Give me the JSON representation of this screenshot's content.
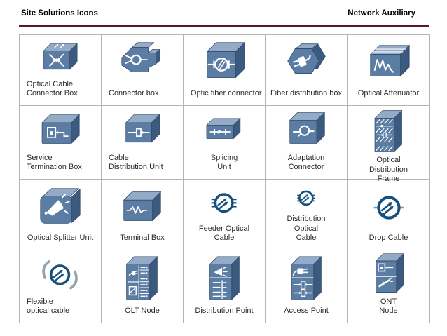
{
  "header": {
    "left_title": "Site Solutions Icons",
    "right_title": "Network Auxiliary"
  },
  "colors": {
    "rule": "#5a1733",
    "grid_border": "#b5b5b5",
    "label_text": "#2b2b2b",
    "box_front": "#5b7ca3",
    "box_top": "#93abc6",
    "box_side": "#3c5a7e",
    "box_edge": "#2f4a68",
    "glyph": "#ffffff",
    "cable": "#16507d",
    "cable_light": "#7e9bb7",
    "swoosh": "#90a4b0"
  },
  "grid": {
    "rows": 4,
    "cols": 5,
    "cells": [
      {
        "label_lines": [
          "Optical Cable",
          "Connector Box"
        ],
        "icon": "optical-cable-connector-box-icon",
        "align": "left"
      },
      {
        "label_lines": [
          "Connector box"
        ],
        "icon": "connector-box-icon",
        "align": "left"
      },
      {
        "label_lines": [
          "Optic fiber connector"
        ],
        "icon": "optic-fiber-connector-icon",
        "align": "left"
      },
      {
        "label_lines": [
          "Fiber distribution box"
        ],
        "icon": "fiber-distribution-box-icon",
        "align": "center"
      },
      {
        "label_lines": [
          "Optical Attenuator"
        ],
        "icon": "optical-attenuator-icon",
        "align": "center"
      },
      {
        "label_lines": [
          "Service",
          "Termination Box"
        ],
        "icon": "service-termination-box-icon",
        "align": "left"
      },
      {
        "label_lines": [
          "Cable",
          "Distribution Unit"
        ],
        "icon": "cable-distribution-unit-icon",
        "align": "left"
      },
      {
        "label_lines": [
          "Splicing",
          "Unit"
        ],
        "icon": "splicing-unit-icon",
        "align": "center"
      },
      {
        "label_lines": [
          "Adaptation",
          "Connector"
        ],
        "icon": "adaptation-connector-icon",
        "align": "center"
      },
      {
        "label_lines": [
          "Optical",
          "Distribution",
          "Frame"
        ],
        "icon": "optical-distribution-frame-icon",
        "align": "center",
        "overflow": true
      },
      {
        "label_lines": [
          "Optical Splitter Unit"
        ],
        "icon": "optical-splitter-unit-icon",
        "align": "center"
      },
      {
        "label_lines": [
          "Terminal Box"
        ],
        "icon": "terminal-box-icon",
        "align": "center"
      },
      {
        "label_lines": [
          "Feeder Optical",
          "Cable"
        ],
        "icon": "feeder-optical-cable-icon",
        "align": "center"
      },
      {
        "label_lines": [
          "Distribution",
          "Optical",
          "Cable"
        ],
        "icon": "distribution-optical-cable-icon",
        "align": "center"
      },
      {
        "label_lines": [
          "Drop Cable"
        ],
        "icon": "drop-cable-icon",
        "align": "center"
      },
      {
        "label_lines": [
          "Flexible",
          "optical cable"
        ],
        "icon": "flexible-optical-cable-icon",
        "align": "left"
      },
      {
        "label_lines": [
          "OLT Node"
        ],
        "icon": "olt-node-icon",
        "align": "center"
      },
      {
        "label_lines": [
          "Distribution Point"
        ],
        "icon": "distribution-point-icon",
        "align": "center"
      },
      {
        "label_lines": [
          "Access Point"
        ],
        "icon": "access-point-icon",
        "align": "center"
      },
      {
        "label_lines": [
          "ONT",
          "Node"
        ],
        "icon": "ont-node-icon",
        "align": "center"
      }
    ]
  }
}
